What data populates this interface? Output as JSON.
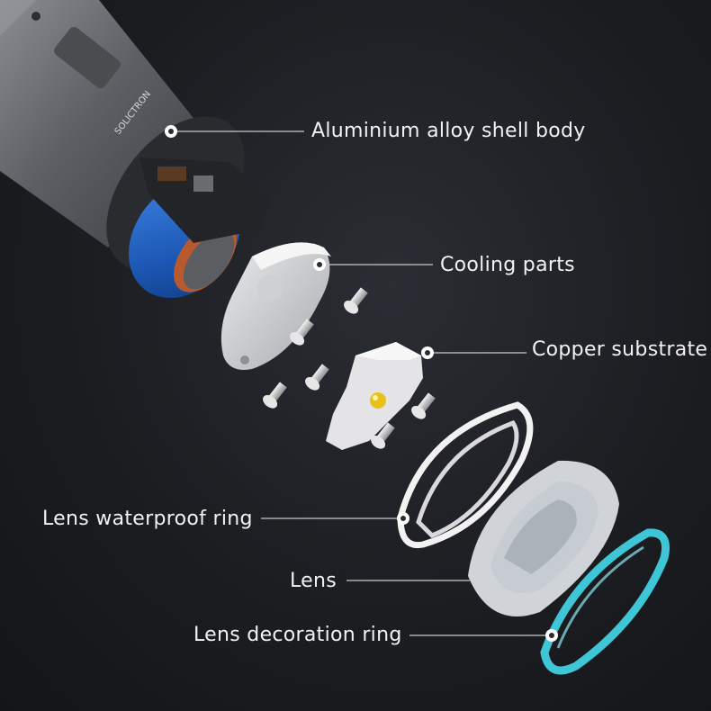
{
  "diagram": {
    "labels": {
      "shell": "Aluminium alloy shell body",
      "cooling": "Cooling parts",
      "copper": "Copper substrate",
      "waterproof": "Lens waterproof ring",
      "lens": "Lens",
      "decoration": "Lens decoration ring"
    },
    "colors": {
      "background": "#1b1d21",
      "shell": "#6b6d72",
      "battery": "#1f5fbf",
      "led": "#e8c21a",
      "decoration_ring": "#3ec6d6"
    }
  }
}
